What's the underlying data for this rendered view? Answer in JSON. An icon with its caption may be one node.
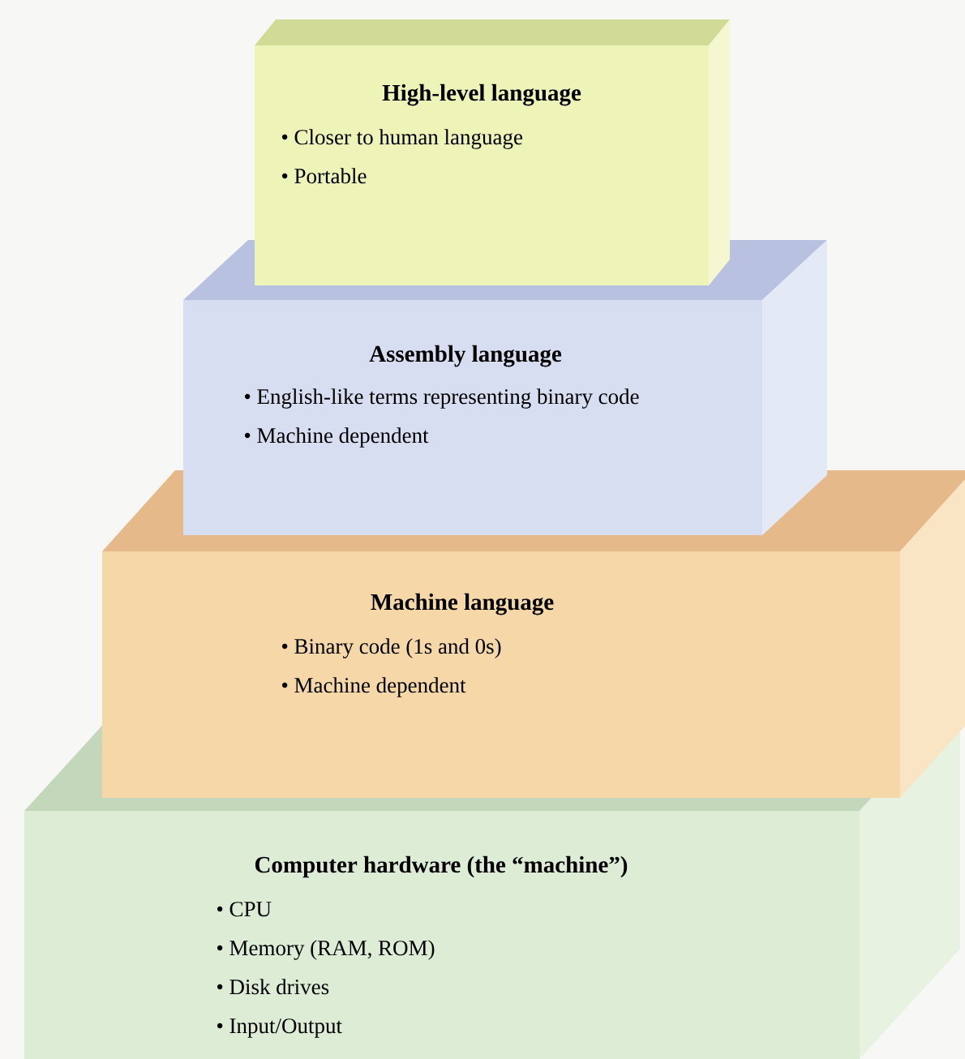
{
  "diagram": {
    "nodes": [
      {
        "text": [
          "High-level language",
          "• Closer to human language",
          "• Portable"
        ]
      },
      {
        "text": [
          "Assembly language",
          "• English-like terms representing binary code",
          "• Machine dependent"
        ]
      },
      {
        "text": [
          "Machine language",
          "• Binary code (1s and 0s)",
          "• Machine dependent"
        ]
      },
      {
        "text": [
          "Computer hardware (the “machine”)",
          "• CPU",
          "• Memory (RAM, ROM)",
          "• Disk drives",
          "• Input/Output"
        ]
      }
    ]
  }
}
